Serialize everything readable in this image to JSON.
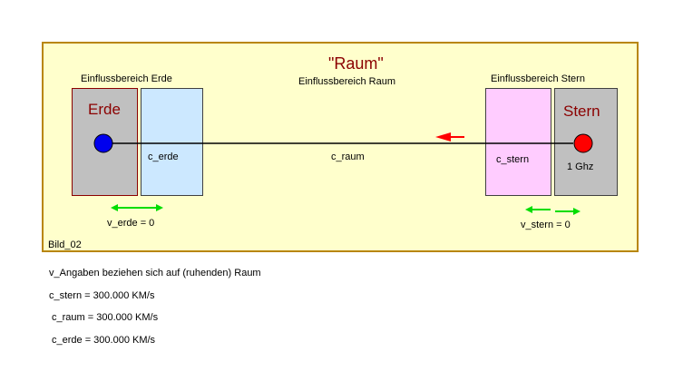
{
  "diagram": {
    "title": "\"Raum\"",
    "subtitle": "Einflussbereich Raum",
    "erde": {
      "region_label": "Einflussbereich Erde",
      "name": "Erde",
      "c_label": "c_erde",
      "v_label": "v_erde = 0"
    },
    "stern": {
      "region_label": "Einflussbereich Stern",
      "name": "Stern",
      "c_label": "c_stern",
      "v_label": "v_stern = 0",
      "frequency": "1 Ghz"
    },
    "raum": {
      "c_label": "c_raum"
    },
    "figure_label": "Bild_02",
    "colors": {
      "panel_bg": "#ffffcc",
      "panel_border": "#b8860b",
      "title": "#8b0000",
      "erde_dot": "#0000ee",
      "stern_dot": "#ff0000",
      "velocity_arrow": "#00dd00",
      "signal_arrow": "#ff0000"
    }
  },
  "notes": {
    "reference": "v_Angaben beziehen sich auf (ruhenden) Raum",
    "c_stern": "c_stern = 300.000 KM/s",
    "c_raum": "c_raum = 300.000 KM/s",
    "c_erde": "c_erde = 300.000 KM/s"
  }
}
